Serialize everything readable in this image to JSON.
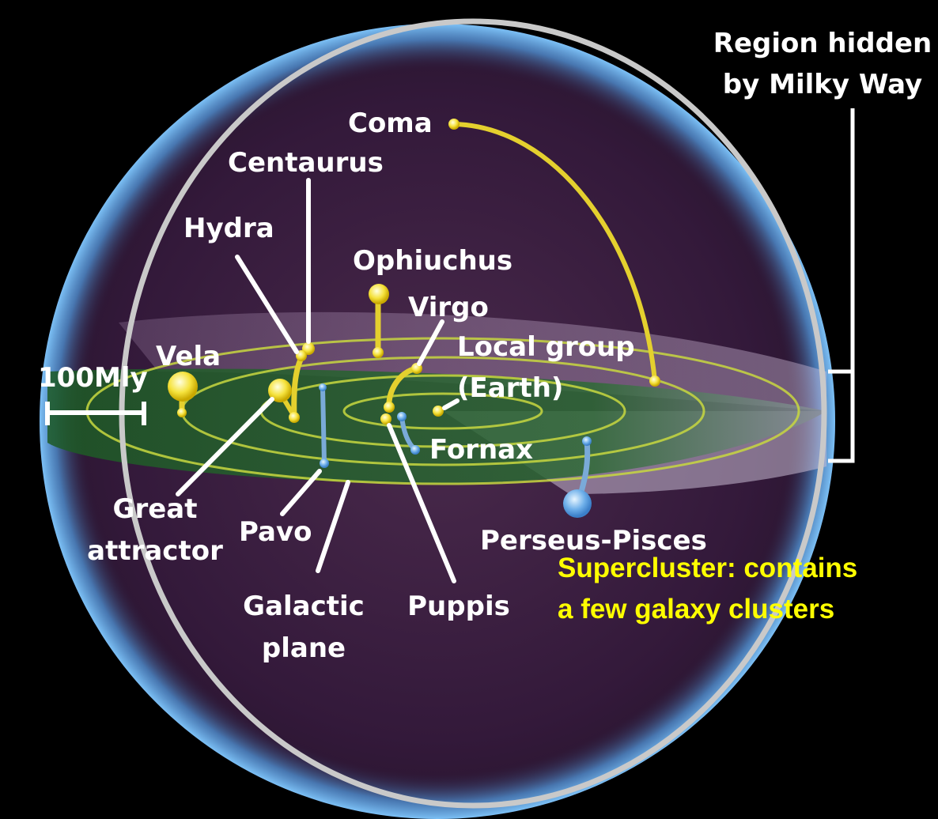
{
  "colors": {
    "background": "#000000",
    "sphere_fill": "#3a1f3a",
    "sphere_rim": "#5aa8e6",
    "ellipse_rim": "#c9c9c9",
    "galactic_plane": "#1f5a22",
    "plane_rings": "#c8d840",
    "hidden_region": "#d9b8e0",
    "cluster_yellow": "#f5e23c",
    "cluster_blue": "#6fb0ea",
    "leader_lines": "#ffffff",
    "caption": "#ffff00"
  },
  "labels": {
    "region_hidden_1": "Region hidden",
    "region_hidden_2": "by Milky Way",
    "coma": "Coma",
    "centaurus": "Centaurus",
    "hydra": "Hydra",
    "ophiuchus": "Ophiuchus",
    "virgo": "Virgo",
    "local_group_1": "Local group",
    "local_group_2": "(Earth)",
    "vela": "Vela",
    "scale": "100Mly",
    "fornax": "Fornax",
    "great_attractor_1": "Great",
    "great_attractor_2": "attractor",
    "pavo": "Pavo",
    "perseus_pisces": "Perseus-Pisces",
    "galactic_plane_1": "Galactic",
    "galactic_plane_2": "plane",
    "puppis": "Puppis"
  },
  "caption": {
    "line1": "Supercluster: contains",
    "line2": "a few galaxy clusters"
  }
}
